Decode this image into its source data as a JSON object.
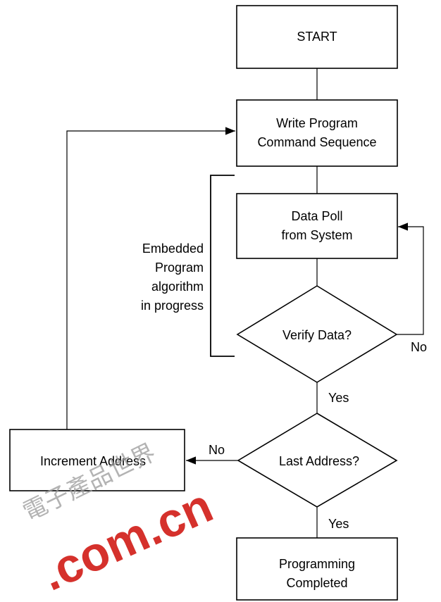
{
  "flowchart": {
    "start": "START",
    "write_program": [
      "Write Program",
      "Command Sequence"
    ],
    "data_poll": [
      "Data Poll",
      "from System"
    ],
    "verify_data": "Verify Data?",
    "verify_no": "No",
    "verify_yes": "Yes",
    "last_address": "Last Address?",
    "last_no": "No",
    "last_yes": "Yes",
    "increment_address": "Increment Address",
    "programming_completed": [
      "Programming",
      "Completed"
    ],
    "bracket_label": [
      "Embedded",
      "Program",
      "algorithm",
      "in progress"
    ]
  },
  "watermark": {
    "domain_text": ".com.cn",
    "chinese_text": "電子產品世界"
  },
  "colors": {
    "line": "#000000",
    "watermark": "#d2201b"
  }
}
